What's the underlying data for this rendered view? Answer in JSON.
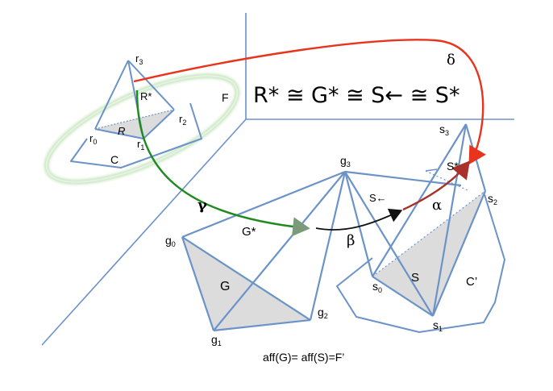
{
  "formula": "R* ≅ G* ≅ S← ≅ S*",
  "caption": "aff(G)= aff(S)=F’",
  "labels": {
    "r0": "r",
    "r0_sub": "0",
    "r1": "r",
    "r1_sub": "1",
    "r2": "r",
    "r2_sub": "2",
    "r3": "r",
    "r3_sub": "3",
    "R": "R",
    "R_star": "R*",
    "F": "F",
    "C": "C",
    "g0": "g",
    "g0_sub": "0",
    "g1": "g",
    "g1_sub": "1",
    "g2": "g",
    "g2_sub": "2",
    "g3": "g",
    "g3_sub": "3",
    "G": "G",
    "G_star": "G*",
    "s0": "s",
    "s0_sub": "0",
    "s1": "s",
    "s1_sub": "1",
    "s2": "s",
    "s2_sub": "2",
    "s3": "s",
    "s3_sub": "3",
    "S": "S",
    "S_star": "S*",
    "S_left": "S←",
    "C_prime": "C’",
    "alpha": "α",
    "beta": "β",
    "gamma": "γ",
    "delta": "δ"
  },
  "colors": {
    "edge": "#6b93c8",
    "face_fill": "#dcdcdc",
    "red_arrow": "#e8341c",
    "green_arrow": "#1f8a1f",
    "black_arrow": "#111111",
    "brown_arrow": "#a8322a",
    "ellipse_glow": "#c8e6c0"
  }
}
